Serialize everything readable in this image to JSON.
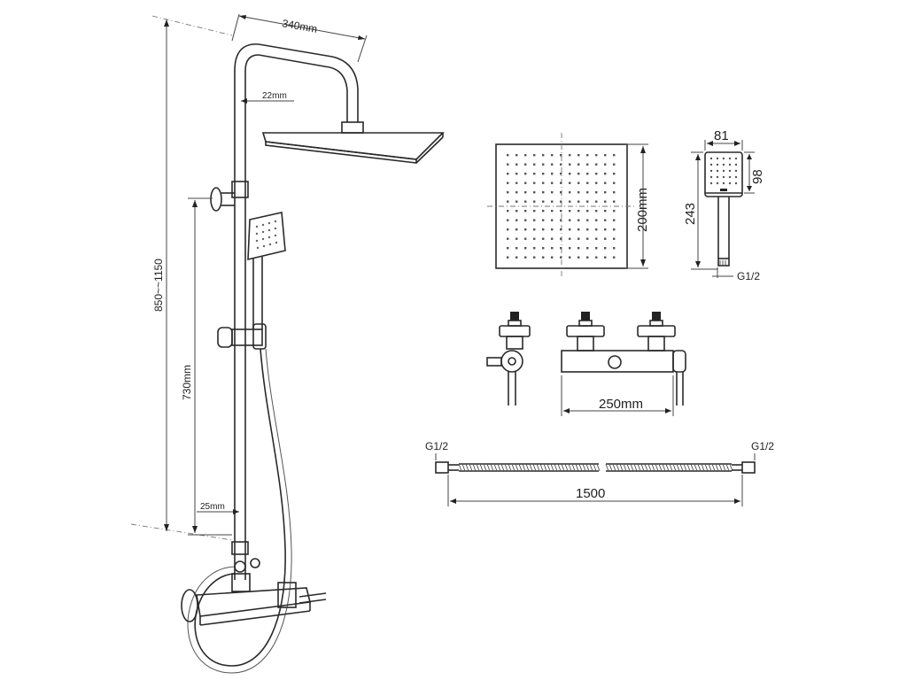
{
  "labels": {
    "arm_width": "340mm",
    "pipe_diameter": "22mm",
    "total_height": "850~~1150",
    "slide_rail_height": "730mm",
    "lower_pipe_diameter": "25mm",
    "head_size": "200mm",
    "hand_width": "81",
    "hand_head_height": "98",
    "hand_length": "243",
    "hand_thread": "G1/2",
    "mixer_width": "250mm",
    "hose_thread_left": "G1/2",
    "hose_thread_right": "G1/2",
    "hose_length": "1500"
  }
}
